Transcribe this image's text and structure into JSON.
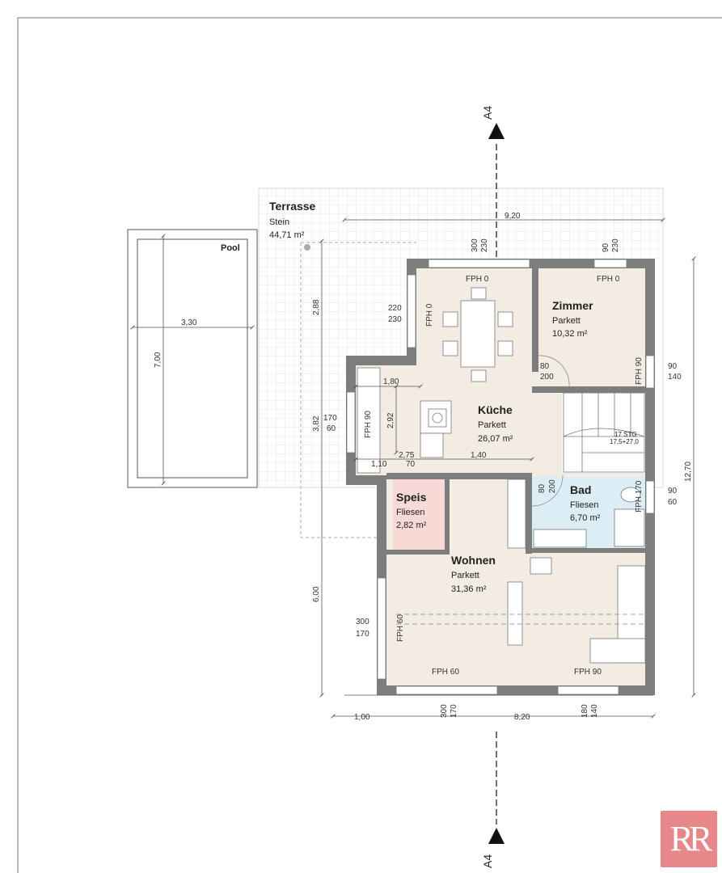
{
  "section": {
    "top": "A4",
    "bottom": "A4"
  },
  "rooms": {
    "terrasse": {
      "name": "Terrasse",
      "floor": "Stein",
      "area": "44,71 m²"
    },
    "pool": {
      "name": "Pool"
    },
    "zimmer": {
      "name": "Zimmer",
      "floor": "Parkett",
      "area": "10,32 m²"
    },
    "kueche": {
      "name": "Küche",
      "floor": "Parkett",
      "area": "26,07 m²"
    },
    "bad": {
      "name": "Bad",
      "floor": "Fliesen",
      "area": "6,70 m²"
    },
    "speis": {
      "name": "Speis",
      "floor": "Fliesen",
      "area": "2,82 m²"
    },
    "wohnen": {
      "name": "Wohnen",
      "floor": "Parkett",
      "area": "31,36 m²"
    }
  },
  "stair": {
    "label": "17 STG",
    "size": "17,5+27,0"
  },
  "dimensions": {
    "pool_width": "3,30",
    "pool_length": "7,00",
    "terrace_width": "9,20",
    "terrace_depth": "2,88",
    "left_mid": "3,82",
    "left_low": "6,00",
    "bottom_left": "1,00",
    "bottom_main": "8,20",
    "total_height": "12,70",
    "d_180": "1,80",
    "d_292": "2,92",
    "d_275": "2,75",
    "d_110": "1,10",
    "d_70": "70",
    "d_140": "1,40"
  },
  "openings": {
    "top_window_a": {
      "w": "300",
      "h": "230",
      "fph": "FPH 0"
    },
    "top_window_b": {
      "w": "90",
      "h": "230",
      "fph": "FPH 0"
    },
    "left_window": {
      "w": "220",
      "h": "230",
      "fph": "FPH 0"
    },
    "zimmer_door": {
      "w": "80",
      "h": "200"
    },
    "zimmer_window": {
      "w": "90",
      "h": "140",
      "fph": "FPH 90"
    },
    "kitchen_window": {
      "w": "170",
      "h": "60",
      "fph": "FPH 90"
    },
    "bad_door": {
      "w": "80",
      "h": "200"
    },
    "bad_window": {
      "w": "90",
      "h": "60",
      "fph": "FPH 170"
    },
    "wohnen_left": {
      "w": "300",
      "h": "170",
      "fph": "FPH 60"
    },
    "wohnen_bottom_a": {
      "w": "300",
      "h": "170",
      "fph": "FPH 60"
    },
    "wohnen_bottom_b": {
      "w": "180",
      "h": "140",
      "fph": "FPH 90"
    }
  },
  "logo": "RR",
  "colors": {
    "wall": "#7d7d7d",
    "floor": "#f3ece2",
    "bad": "#dbeef5",
    "speis": "#f7d9d6",
    "logo": "#e8878a"
  }
}
